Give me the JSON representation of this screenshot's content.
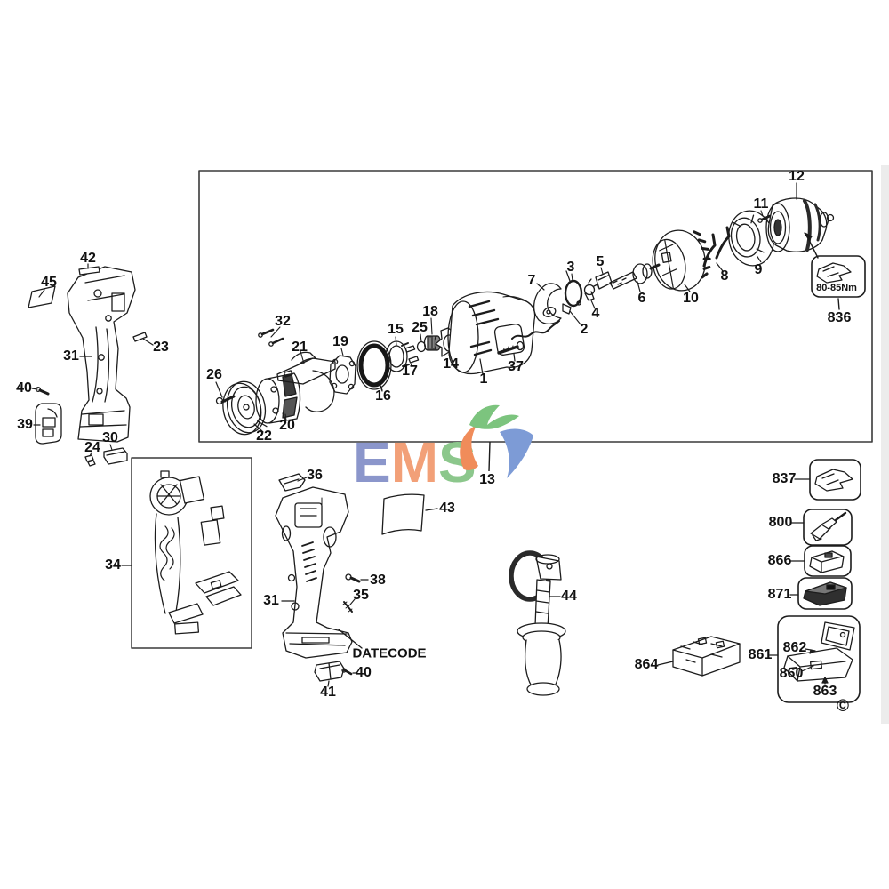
{
  "diagram": {
    "watermark": {
      "letter1": "E",
      "letter2": "M",
      "letter3": "S"
    },
    "copyright": "©",
    "torque_note": "80-85Nm",
    "datecode": "DATECODE",
    "labels": {
      "n1": "1",
      "n2": "2",
      "n3": "3",
      "n4": "4",
      "n5": "5",
      "n6": "6",
      "n7": "7",
      "n8": "8",
      "n9": "9",
      "n10": "10",
      "n11": "11",
      "n12": "12",
      "n13": "13",
      "n14": "14",
      "n15": "15",
      "n16": "16",
      "n17": "17",
      "n18": "18",
      "n19": "19",
      "n20": "20",
      "n21": "21",
      "n22": "22",
      "n23": "23",
      "n24": "24",
      "n25": "25",
      "n26": "26",
      "n30": "30",
      "n31": "31",
      "n32": "32",
      "n34": "34",
      "n35": "35",
      "n36": "36",
      "n37": "37",
      "n38": "38",
      "n39": "39",
      "n40": "40",
      "n41": "41",
      "n42": "42",
      "n43": "43",
      "n44": "44",
      "n45": "45",
      "n800": "800",
      "n836": "836",
      "n837": "837",
      "n860": "860",
      "n861": "861",
      "n862": "862",
      "n863": "863",
      "n864": "864",
      "n866": "866",
      "n871": "871"
    }
  }
}
